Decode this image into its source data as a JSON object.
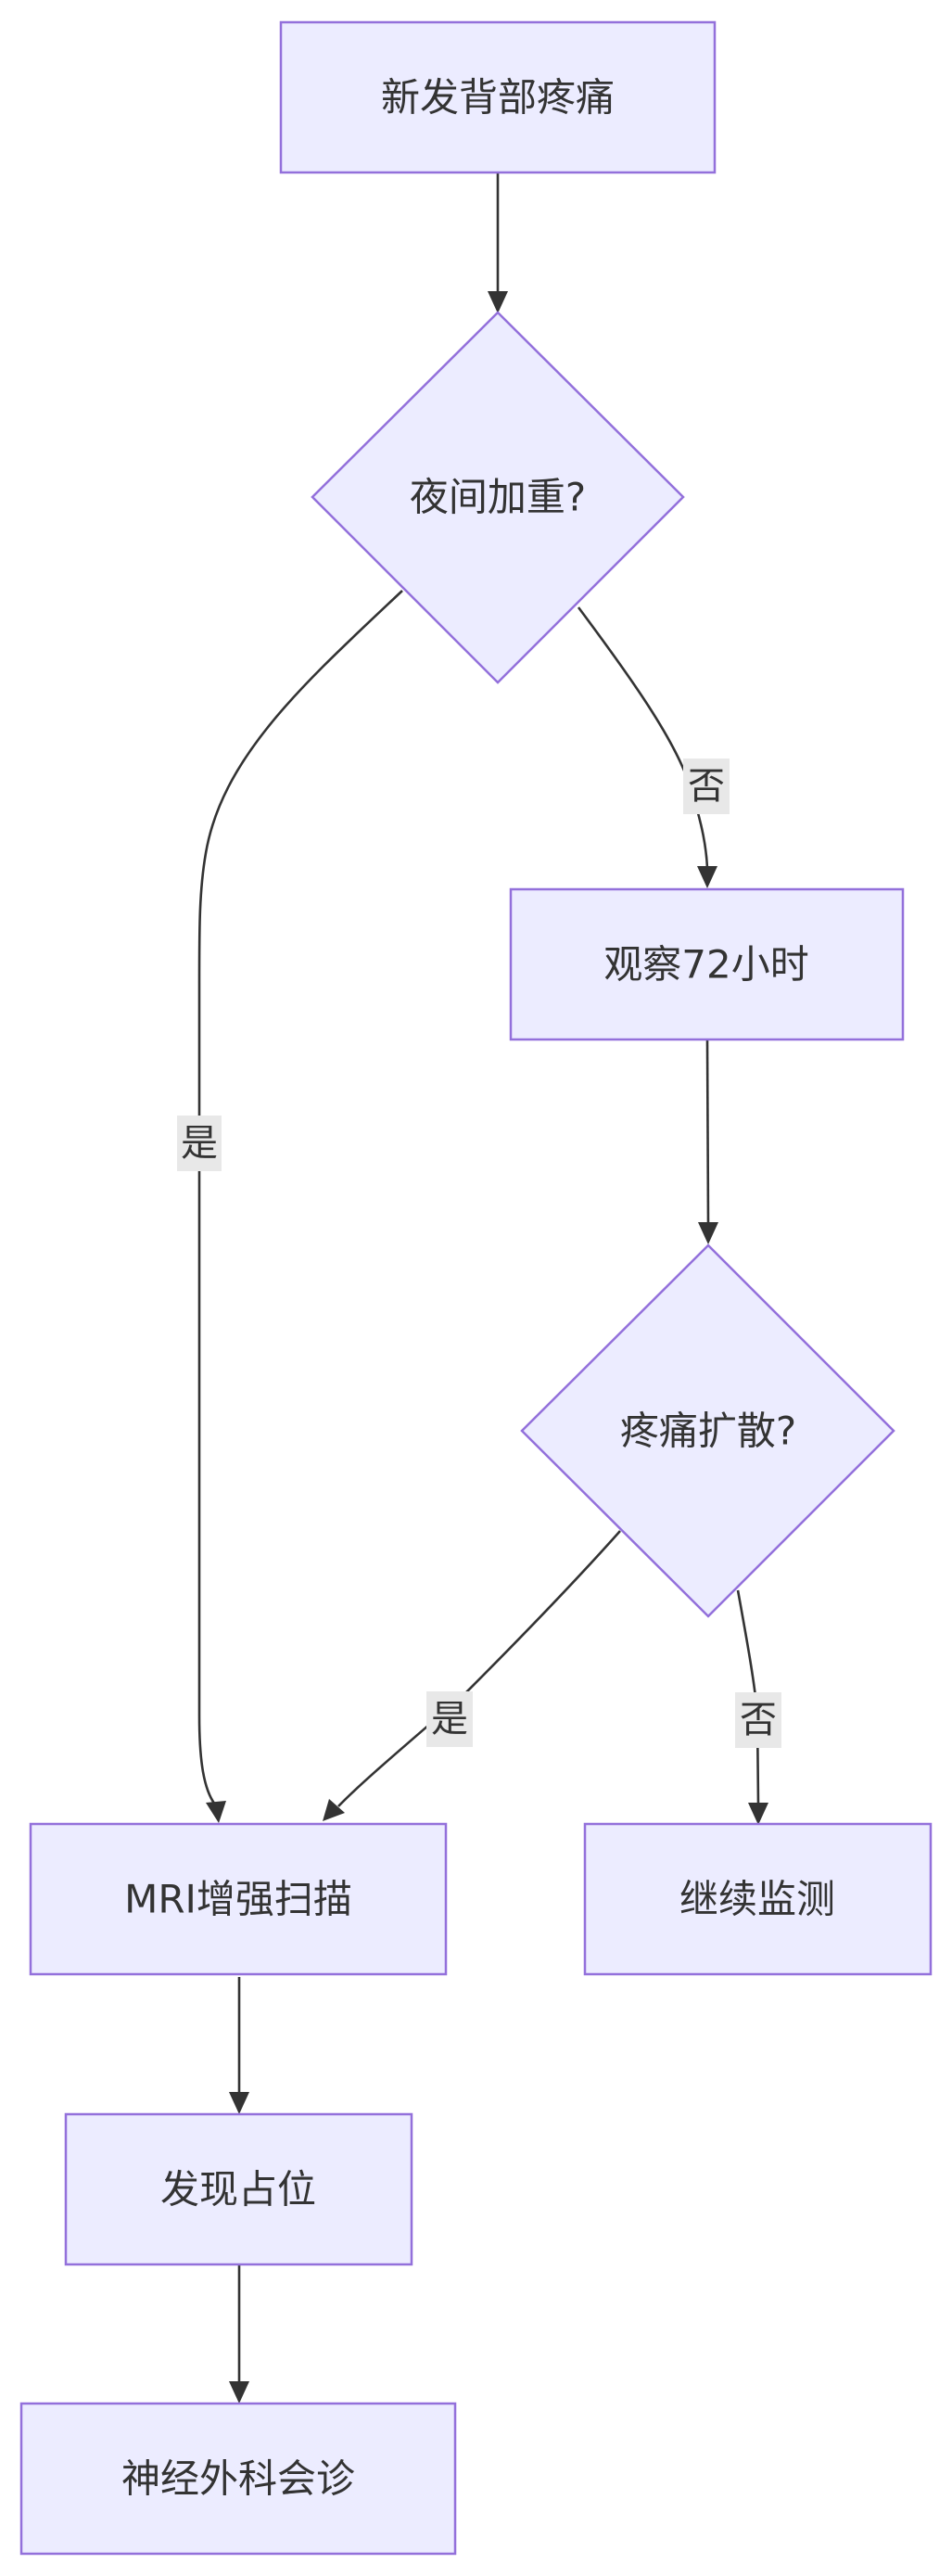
{
  "nodes": {
    "start": {
      "label": "新发背部疼痛"
    },
    "night_worse": {
      "label": "夜间加重?"
    },
    "observe": {
      "label": "观察72小时"
    },
    "pain_spread": {
      "label": "疼痛扩散?"
    },
    "mri": {
      "label": "MRI增强扫描"
    },
    "continue_monitor": {
      "label": "继续监测"
    },
    "found_mass": {
      "label": "发现占位"
    },
    "neurosurgery": {
      "label": "神经外科会诊"
    }
  },
  "edges": {
    "night_yes": {
      "label": "是"
    },
    "night_no": {
      "label": "否"
    },
    "spread_yes": {
      "label": "是"
    },
    "spread_no": {
      "label": "否"
    }
  },
  "colors": {
    "node_fill": "#ececff",
    "node_stroke": "#9370db",
    "edge": "#333333",
    "edge_label_bg": "#e8e8e8",
    "text": "#333333"
  }
}
